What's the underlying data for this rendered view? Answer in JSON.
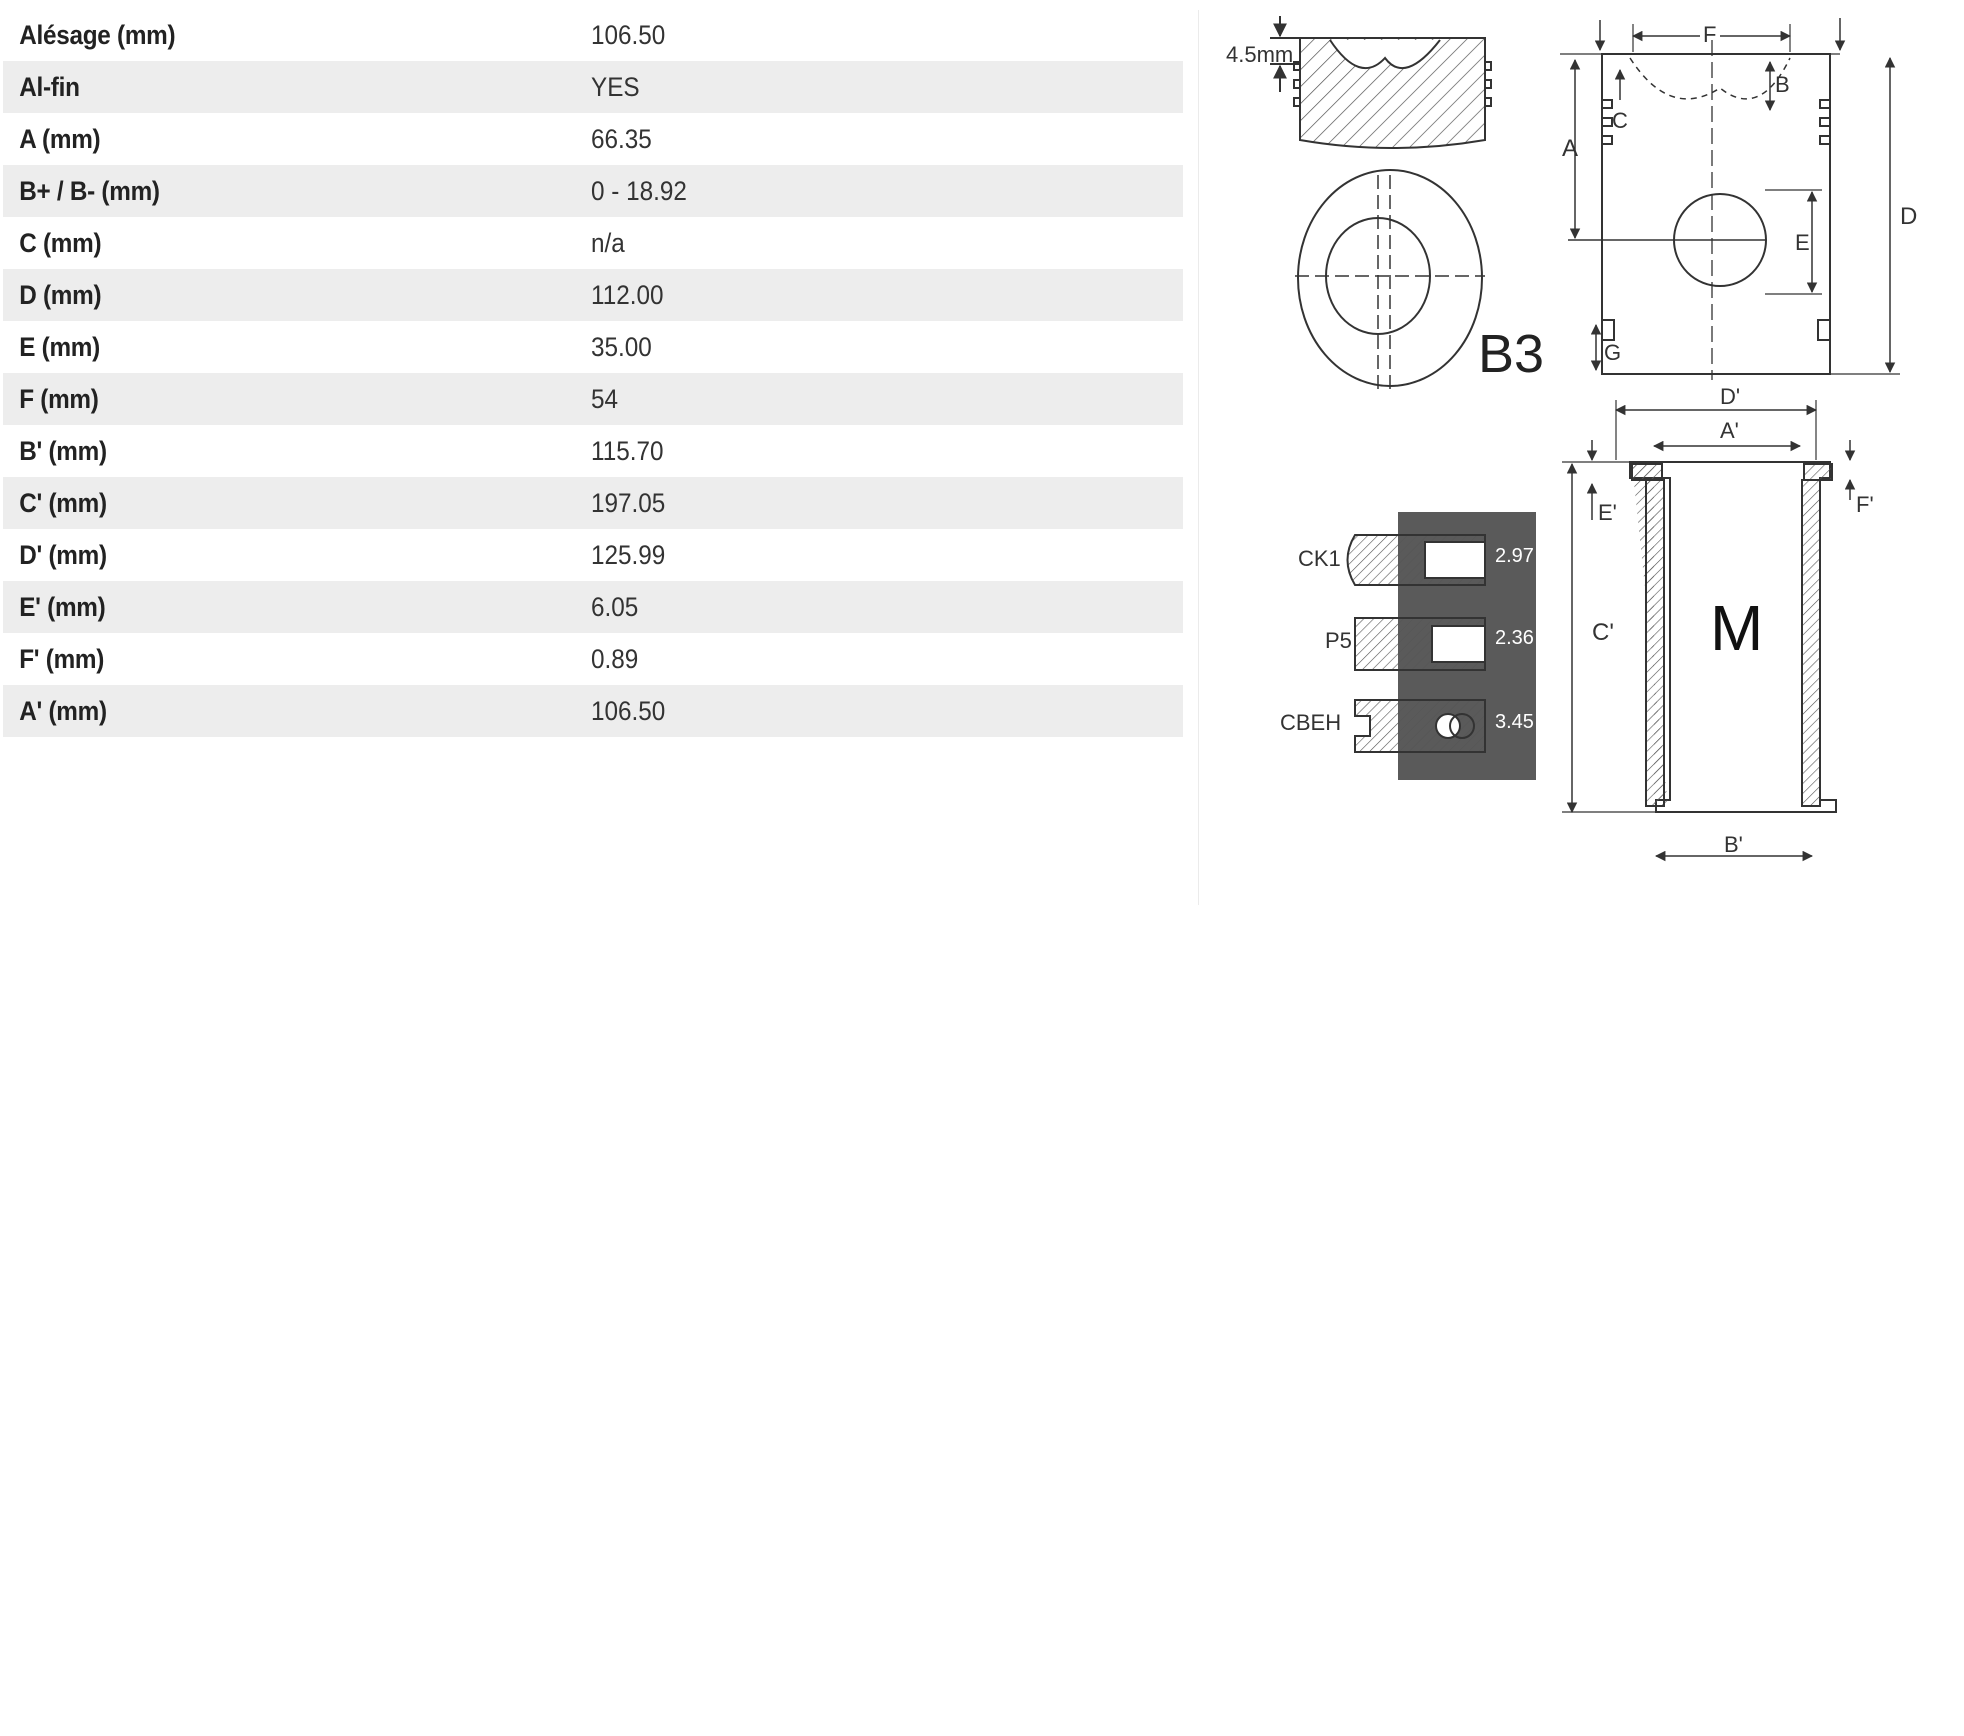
{
  "specs": [
    {
      "label": "Alésage (mm)",
      "value": "106.50"
    },
    {
      "label": "Al-fin",
      "value": "YES"
    },
    {
      "label": "A (mm)",
      "value": "66.35"
    },
    {
      "label": "B+ / B- (mm)",
      "value": "0 - 18.92"
    },
    {
      "label": "C (mm)",
      "value": "n/a"
    },
    {
      "label": "D (mm)",
      "value": "112.00"
    },
    {
      "label": "E (mm)",
      "value": "35.00"
    },
    {
      "label": "F (mm)",
      "value": "54"
    },
    {
      "label": "B' (mm)",
      "value": "115.70"
    },
    {
      "label": "C' (mm)",
      "value": "197.05"
    },
    {
      "label": "D' (mm)",
      "value": "125.99"
    },
    {
      "label": "E' (mm)",
      "value": "6.05"
    },
    {
      "label": "F' (mm)",
      "value": "0.89"
    },
    {
      "label": "A' (mm)",
      "value": "106.50"
    }
  ],
  "diagram": {
    "piston_offset": "4.5mm",
    "piston_code": "B3",
    "liner_code": "M",
    "dims": {
      "A": "A",
      "B": "B",
      "C": "C",
      "D": "D",
      "E": "E",
      "F": "F",
      "G": "G",
      "A_prime": "A'",
      "B_prime": "B'",
      "C_prime": "C'",
      "D_prime": "D'",
      "E_prime": "E'",
      "F_prime": "F'"
    },
    "rings": [
      {
        "name": "CK1",
        "value": "2.97"
      },
      {
        "name": "P5",
        "value": "2.36"
      },
      {
        "name": "CBEH",
        "value": "3.45"
      }
    ]
  }
}
